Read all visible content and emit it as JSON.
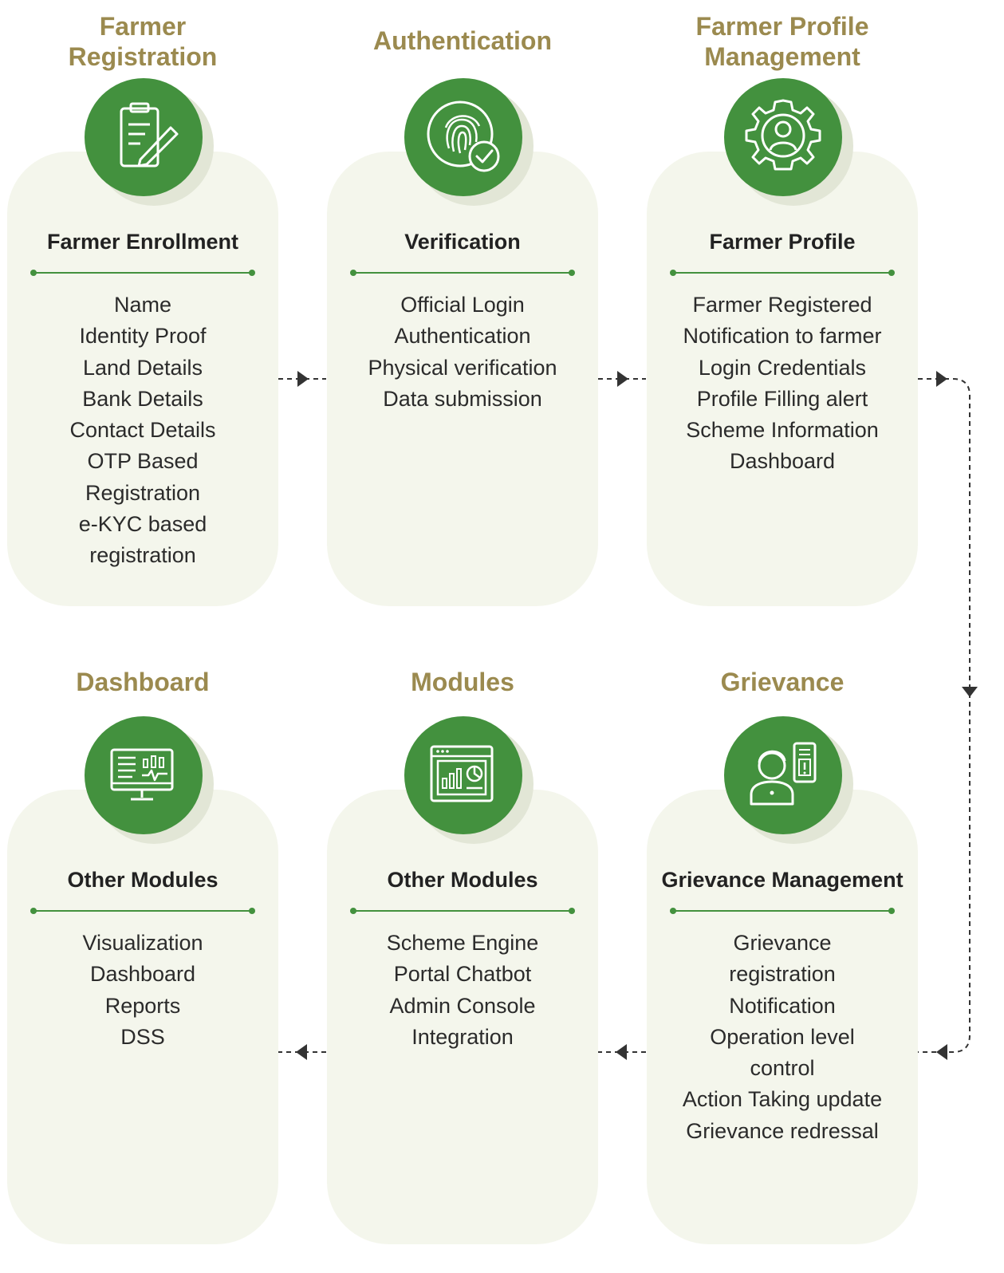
{
  "stages": [
    {
      "id": "farmer-registration",
      "heading": [
        "Farmer",
        "Registration"
      ],
      "icon": "clipboard-pen-icon",
      "card_title": "Farmer Enrollment",
      "items": [
        "Name",
        "Identity Proof",
        "Land Details",
        "Bank Details",
        "Contact Details",
        "OTP Based",
        "Registration",
        "e-KYC based",
        "registration"
      ]
    },
    {
      "id": "authentication",
      "heading": [
        "Authentication"
      ],
      "icon": "fingerprint-check-icon",
      "card_title": "Verification",
      "items": [
        "Official Login",
        "Authentication",
        "Physical verification",
        "Data submission"
      ]
    },
    {
      "id": "farmer-profile-management",
      "heading": [
        "Farmer Profile",
        "Management"
      ],
      "icon": "user-gear-icon",
      "card_title": "Farmer Profile",
      "items": [
        "Farmer Registered",
        "Notification to farmer",
        "Login Credentials",
        "Profile Filling alert",
        "Scheme Information",
        "Dashboard"
      ]
    },
    {
      "id": "dashboard",
      "heading": [
        "Dashboard"
      ],
      "icon": "monitor-analytics-icon",
      "card_title": "Other Modules",
      "items": [
        "Visualization",
        "Dashboard",
        "Reports",
        "DSS"
      ]
    },
    {
      "id": "modules",
      "heading": [
        "Modules"
      ],
      "icon": "browser-charts-icon",
      "card_title": "Other Modules",
      "items": [
        "Scheme Engine",
        "Portal Chatbot",
        "Admin Console",
        "Integration"
      ]
    },
    {
      "id": "grievance",
      "heading": [
        "Grievance"
      ],
      "icon": "user-alert-icon",
      "card_title": "Grievance Management",
      "items": [
        "Grievance",
        "registration",
        "Notification",
        "Operation level",
        "control",
        "Action Taking update",
        "Grievance redressal"
      ]
    }
  ],
  "colors": {
    "heading": "#9b8a4f",
    "accent_green": "#43913e",
    "card_bg": "#f4f6ec",
    "text": "#2b2b2b",
    "connector": "#333333"
  }
}
